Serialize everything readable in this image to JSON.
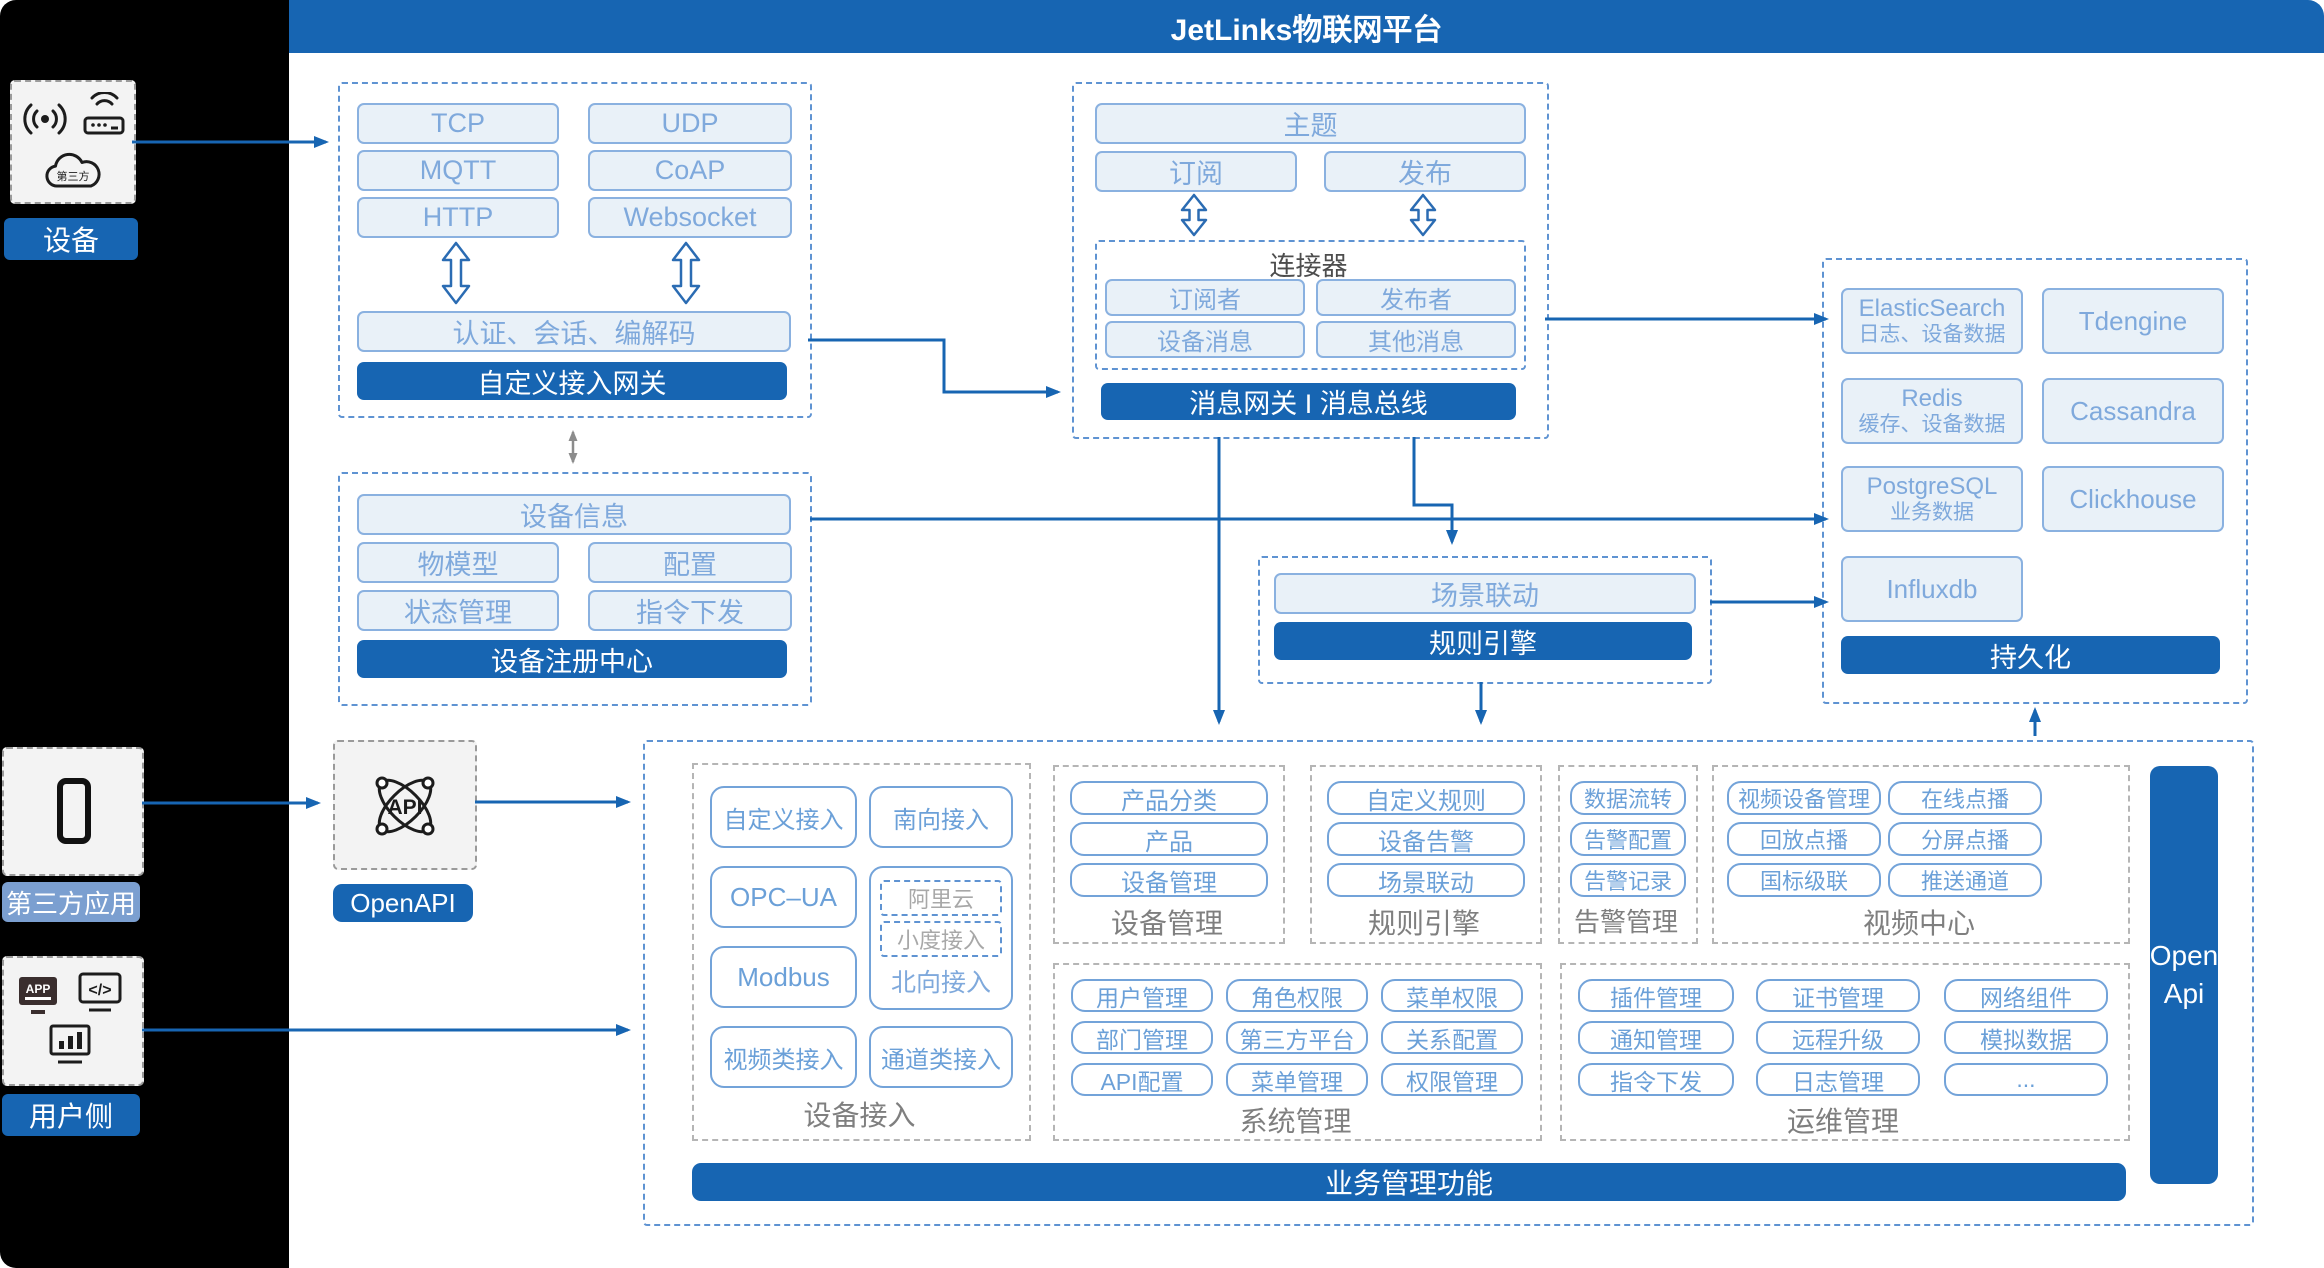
{
  "title": "JetLinks物联网平台",
  "colors": {
    "accent": "#1765b2",
    "light_fill": "#e9f1f8",
    "light_border": "#8ab1e0",
    "light_text": "#7fa9dc",
    "outline_border": "#73a3d9",
    "dash_blue": "#5f93d2",
    "dash_gray": "#b5b5b5",
    "caption_gray": "#7f7f7f",
    "badge_light_blue": "#7b9fd0",
    "sidebar_black": "#000000"
  },
  "sidebar": {
    "device_label": "设备",
    "third_party_label": "第三方应用",
    "user_label": "用户侧",
    "cloud_text": "第三方",
    "app_icon_text": "APP",
    "code_icon_text": "</>"
  },
  "protocol_gateway": {
    "tcp": "TCP",
    "udp": "UDP",
    "mqtt": "MQTT",
    "coap": "CoAP",
    "http": "HTTP",
    "websocket": "Websocket",
    "session": "认证、会话、编解码",
    "footer": "自定义接入网关"
  },
  "message_bus": {
    "topic": "主题",
    "subscribe": "订阅",
    "publish": "发布",
    "connector_title": "连接器",
    "subscriber": "订阅者",
    "publisher": "发布者",
    "device_msg": "设备消息",
    "other_msg": "其他消息",
    "footer": "消息网关 I 消息总线"
  },
  "registry": {
    "device_info": "设备信息",
    "thing_model": "物模型",
    "config": "配置",
    "state_mgmt": "状态管理",
    "cmd_send": "指令下发",
    "footer": "设备注册中心"
  },
  "scene_rule": {
    "scene": "场景联动",
    "footer": "规则引擎"
  },
  "persistence": {
    "es1": "ElasticSearch",
    "es2": "日志、设备数据",
    "tdengine": "Tdengine",
    "redis1": "Redis",
    "redis2": "缓存、设备数据",
    "cassandra": "Cassandra",
    "pg1": "PostgreSQL",
    "pg2": "业务数据",
    "clickhouse": "Clickhouse",
    "influxdb": "Influxdb",
    "footer": "持久化"
  },
  "openapi": {
    "label": "OpenAPI",
    "icon_text": "API"
  },
  "business": {
    "footer": "业务管理功能",
    "open_api_bar": {
      "line1": "Open",
      "line2": "Api"
    },
    "device_access": {
      "caption": "设备接入",
      "custom": "自定义接入",
      "south": "南向接入",
      "opcua": "OPC–UA",
      "ali": "阿里云",
      "xiaodu": "小度接入",
      "north": "北向接入",
      "modbus": "Modbus",
      "video": "视频类接入",
      "channel": "通道类接入"
    },
    "device_mgmt": {
      "caption": "设备管理",
      "items": [
        "产品分类",
        "产品",
        "设备管理"
      ]
    },
    "rule_engine": {
      "caption": "规则引擎",
      "items": [
        "自定义规则",
        "设备告警",
        "场景联动"
      ]
    },
    "alarm": {
      "caption": "告警管理",
      "items": [
        "数据流转",
        "告警配置",
        "告警记录"
      ]
    },
    "video_center": {
      "caption": "视频中心",
      "items": [
        "视频设备管理",
        "在线点播",
        "回放点播",
        "分屏点播",
        "国标级联",
        "推送通道"
      ]
    },
    "system": {
      "caption": "系统管理",
      "items": [
        "用户管理",
        "角色权限",
        "菜单权限",
        "部门管理",
        "第三方平台",
        "关系配置",
        "API配置",
        "菜单管理",
        "权限管理"
      ]
    },
    "ops": {
      "caption": "运维管理",
      "items": [
        "插件管理",
        "证书管理",
        "网络组件",
        "通知管理",
        "远程升级",
        "模拟数据",
        "指令下发",
        "日志管理",
        "..."
      ]
    }
  }
}
